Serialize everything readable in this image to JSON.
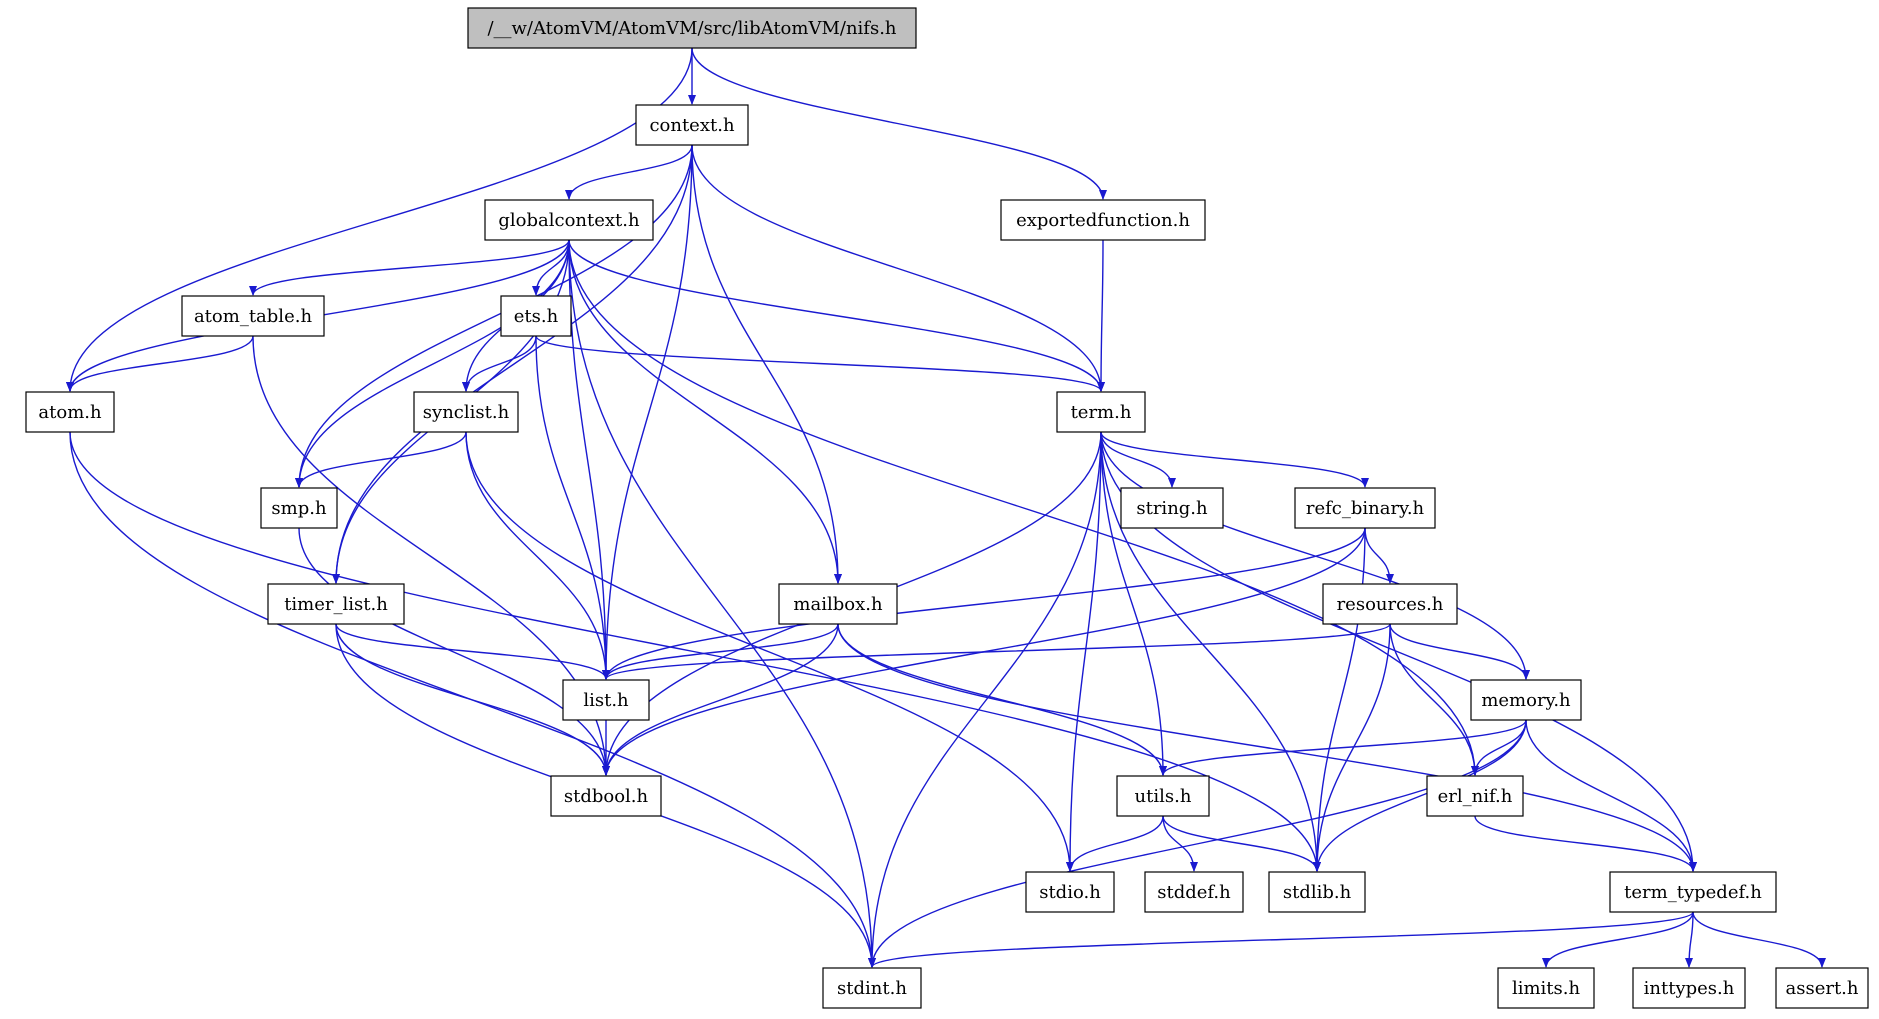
{
  "colors": {
    "edge": "#1a1ad0",
    "node_border": "#000000",
    "node_fill": "#ffffff",
    "root_fill": "#bfbfbf",
    "text": "#000000"
  },
  "root": "nifs",
  "nodes": {
    "nifs": "/__w/AtomVM/AtomVM/src/libAtomVM/nifs.h",
    "context": "context.h",
    "exportedfunction": "exportedfunction.h",
    "globalcontext": "globalcontext.h",
    "atom_table": "atom_table.h",
    "ets": "ets.h",
    "atom": "atom.h",
    "synclist": "synclist.h",
    "term": "term.h",
    "smp": "smp.h",
    "string": "string.h",
    "refc_binary": "refc_binary.h",
    "timer_list": "timer_list.h",
    "mailbox": "mailbox.h",
    "resources": "resources.h",
    "list": "list.h",
    "memory": "memory.h",
    "stdbool": "stdbool.h",
    "utils": "utils.h",
    "erl_nif": "erl_nif.h",
    "stdio": "stdio.h",
    "stddef": "stddef.h",
    "stdlib": "stdlib.h",
    "term_typedef": "term_typedef.h",
    "stdint": "stdint.h",
    "limits": "limits.h",
    "inttypes": "inttypes.h",
    "assert": "assert.h"
  },
  "edges": [
    [
      "nifs",
      "context"
    ],
    [
      "nifs",
      "exportedfunction"
    ],
    [
      "nifs",
      "atom"
    ],
    [
      "context",
      "globalcontext"
    ],
    [
      "context",
      "term"
    ],
    [
      "context",
      "list"
    ],
    [
      "context",
      "mailbox"
    ],
    [
      "context",
      "smp"
    ],
    [
      "context",
      "timer_list"
    ],
    [
      "exportedfunction",
      "term"
    ],
    [
      "globalcontext",
      "atom"
    ],
    [
      "globalcontext",
      "atom_table"
    ],
    [
      "globalcontext",
      "ets"
    ],
    [
      "globalcontext",
      "synclist"
    ],
    [
      "globalcontext",
      "smp"
    ],
    [
      "globalcontext",
      "timer_list"
    ],
    [
      "globalcontext",
      "list"
    ],
    [
      "globalcontext",
      "stdint"
    ],
    [
      "globalcontext",
      "mailbox"
    ],
    [
      "globalcontext",
      "erl_nif"
    ],
    [
      "globalcontext",
      "term"
    ],
    [
      "atom_table",
      "atom"
    ],
    [
      "atom_table",
      "stdbool"
    ],
    [
      "ets",
      "synclist"
    ],
    [
      "ets",
      "list"
    ],
    [
      "ets",
      "term"
    ],
    [
      "atom",
      "stdint"
    ],
    [
      "atom",
      "stdlib"
    ],
    [
      "synclist",
      "smp"
    ],
    [
      "synclist",
      "list"
    ],
    [
      "synclist",
      "stdio"
    ],
    [
      "smp",
      "stdbool"
    ],
    [
      "term",
      "string"
    ],
    [
      "term",
      "refc_binary"
    ],
    [
      "term",
      "stdbool"
    ],
    [
      "term",
      "stdint"
    ],
    [
      "term",
      "stdio"
    ],
    [
      "term",
      "utils"
    ],
    [
      "term",
      "stdlib"
    ],
    [
      "term",
      "memory"
    ],
    [
      "term",
      "term_typedef"
    ],
    [
      "refc_binary",
      "resources"
    ],
    [
      "refc_binary",
      "list"
    ],
    [
      "refc_binary",
      "stdbool"
    ],
    [
      "refc_binary",
      "stdlib"
    ],
    [
      "timer_list",
      "list"
    ],
    [
      "timer_list",
      "stdbool"
    ],
    [
      "timer_list",
      "stdint"
    ],
    [
      "mailbox",
      "list"
    ],
    [
      "mailbox",
      "stdbool"
    ],
    [
      "mailbox",
      "utils"
    ],
    [
      "mailbox",
      "term_typedef"
    ],
    [
      "resources",
      "list"
    ],
    [
      "resources",
      "memory"
    ],
    [
      "resources",
      "erl_nif"
    ],
    [
      "resources",
      "stdlib"
    ],
    [
      "list",
      "stdbool"
    ],
    [
      "memory",
      "utils"
    ],
    [
      "memory",
      "erl_nif"
    ],
    [
      "memory",
      "stdlib"
    ],
    [
      "memory",
      "stdint"
    ],
    [
      "memory",
      "term_typedef"
    ],
    [
      "utils",
      "stdio"
    ],
    [
      "utils",
      "stddef"
    ],
    [
      "utils",
      "stdlib"
    ],
    [
      "erl_nif",
      "term_typedef"
    ],
    [
      "term_typedef",
      "stdint"
    ],
    [
      "term_typedef",
      "limits"
    ],
    [
      "term_typedef",
      "inttypes"
    ],
    [
      "term_typedef",
      "assert"
    ]
  ]
}
